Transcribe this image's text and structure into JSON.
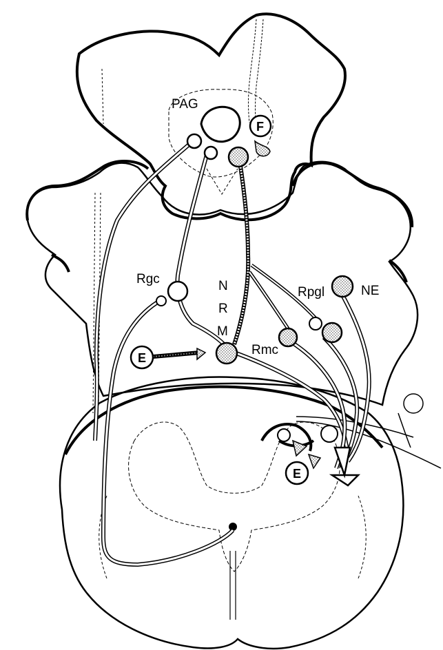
{
  "labels": {
    "pag": "PAG",
    "f": "F",
    "rgc": "Rgc",
    "nrm_n": "N",
    "nrm_r": "R",
    "nrm_m": "M",
    "rpgl": "Rpgl",
    "ne": "NE",
    "rmc": "Rmc",
    "e_left": "E",
    "e_lower": "E"
  },
  "colors": {
    "ink": "#000000",
    "paper": "#ffffff",
    "stipple": "#6b6b6b"
  }
}
